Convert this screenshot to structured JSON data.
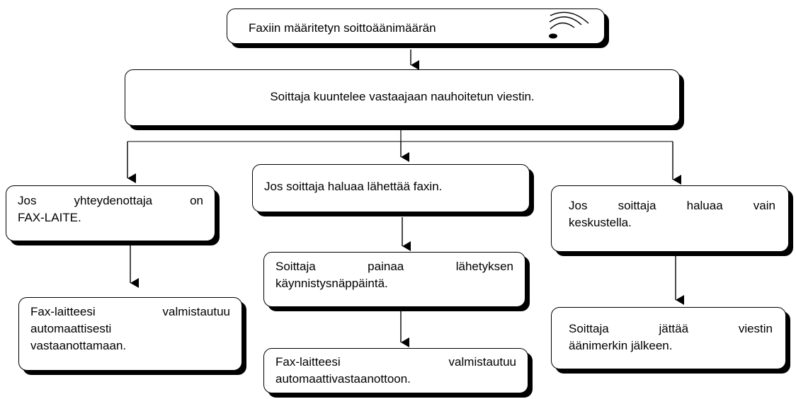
{
  "diagram": {
    "top": {
      "text": "Faxiin määritetyn soittoäänimäärän"
    },
    "second": {
      "text": "Soittaja kuuntelee vastaajaan nauhoitetun viestin."
    },
    "left": {
      "step1": [
        "Jos yhteydenottaja on",
        "FAX-LAITE."
      ],
      "step2": [
        "Fax-laitteesi valmistautuu",
        "automaattisesti",
        "vastaanottamaan."
      ]
    },
    "middle": {
      "step1": "Jos soittaja haluaa lähettää faxin.",
      "step2": [
        "Soittaja painaa lähetyksen",
        "käynnistysnäppäintä."
      ],
      "step3": [
        "Fax-laitteesi valmistautuu",
        "automaattivastaanottoon."
      ]
    },
    "right": {
      "step1": [
        "Jos soittaja haluaa vain",
        "keskustella."
      ],
      "step2": [
        "Soittaja jättää viestin",
        "äänimerkin jälkeen."
      ]
    },
    "icons": {
      "ring": "ringing-sound-icon"
    },
    "colors": {
      "line": "#000000",
      "box_bg": "#ffffff",
      "shadow": "#000000"
    }
  }
}
